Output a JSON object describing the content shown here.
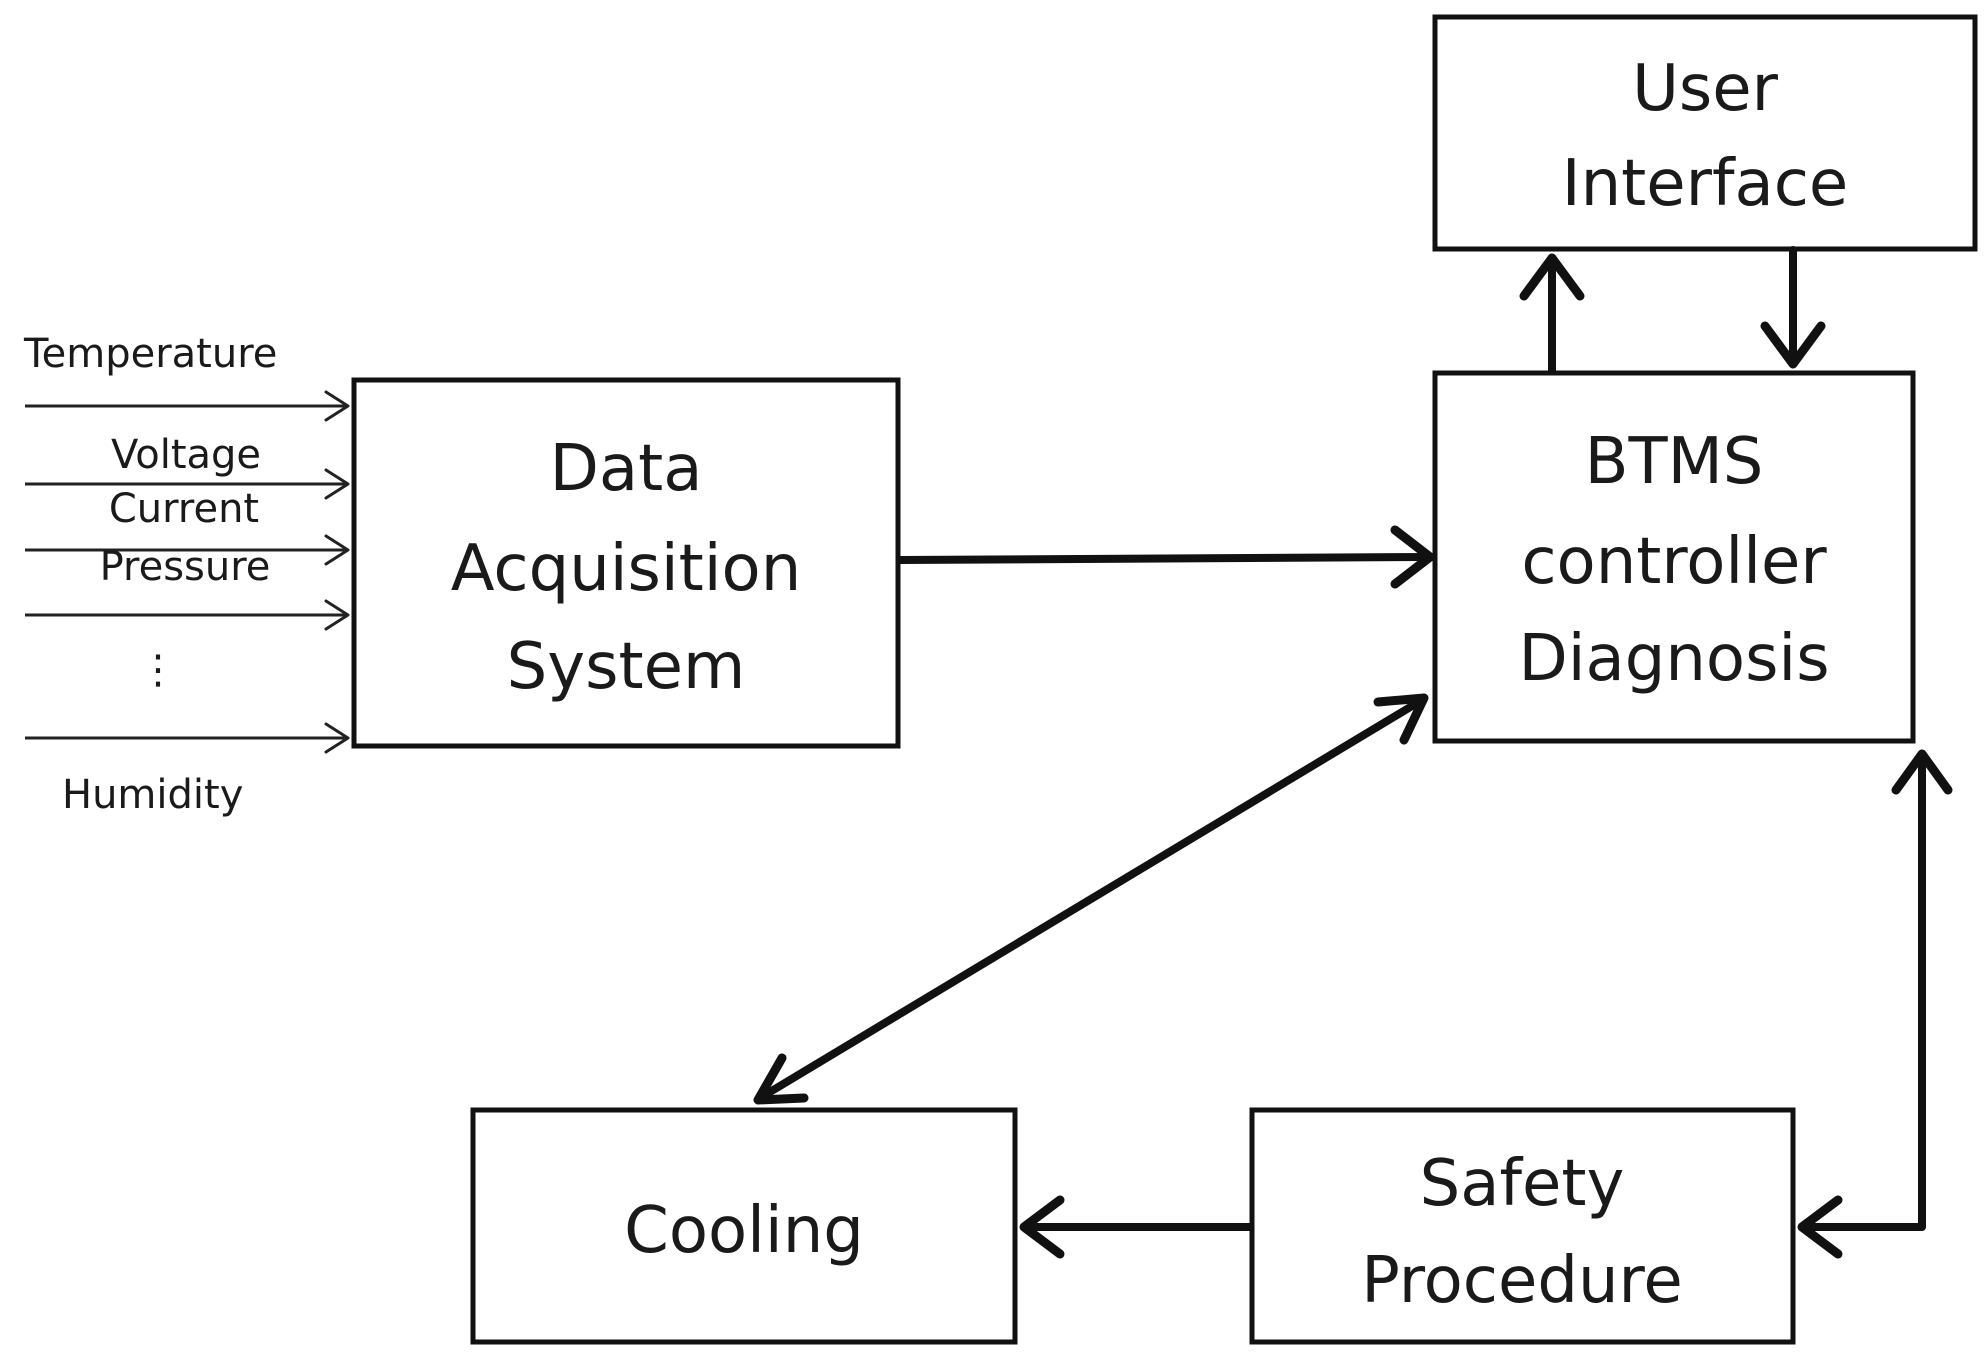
{
  "blocks": {
    "user_interface": [
      "User",
      "Interface"
    ],
    "data_acquisition": [
      "Data",
      "Acquisition",
      "System"
    ],
    "btms_controller": [
      "BTMS",
      "controller",
      "Diagnosis"
    ],
    "cooling": [
      "Cooling"
    ],
    "safety_procedure": [
      "Safety",
      "Procedure"
    ]
  },
  "inputs": {
    "temperature": "Temperature",
    "voltage": "Voltage",
    "current": "Current",
    "pressure": "Pressure",
    "ellipsis": "⋮",
    "humidity": "Humidity"
  },
  "colors": {
    "stroke": "#111111",
    "background": "#ffffff"
  }
}
